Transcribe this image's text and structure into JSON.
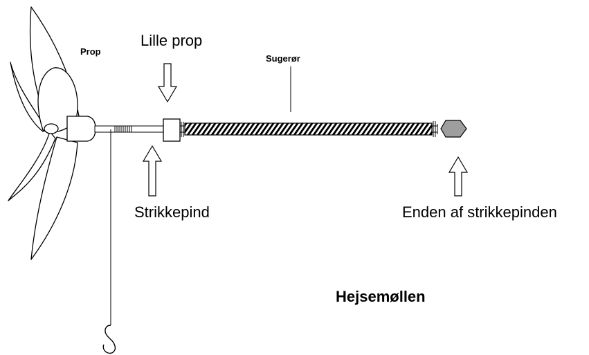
{
  "diagram": {
    "title": "Hejsemøllen",
    "labels": {
      "prop": "Prop",
      "lille_prop": "Lille prop",
      "sugeroer": "Sugerør",
      "strikkepind": "Strikkepind",
      "enden": "Enden af strikkepinden"
    }
  },
  "colors": {
    "line": "#000000",
    "end_cap_fill": "#9e9e9e",
    "background": "#ffffff"
  }
}
